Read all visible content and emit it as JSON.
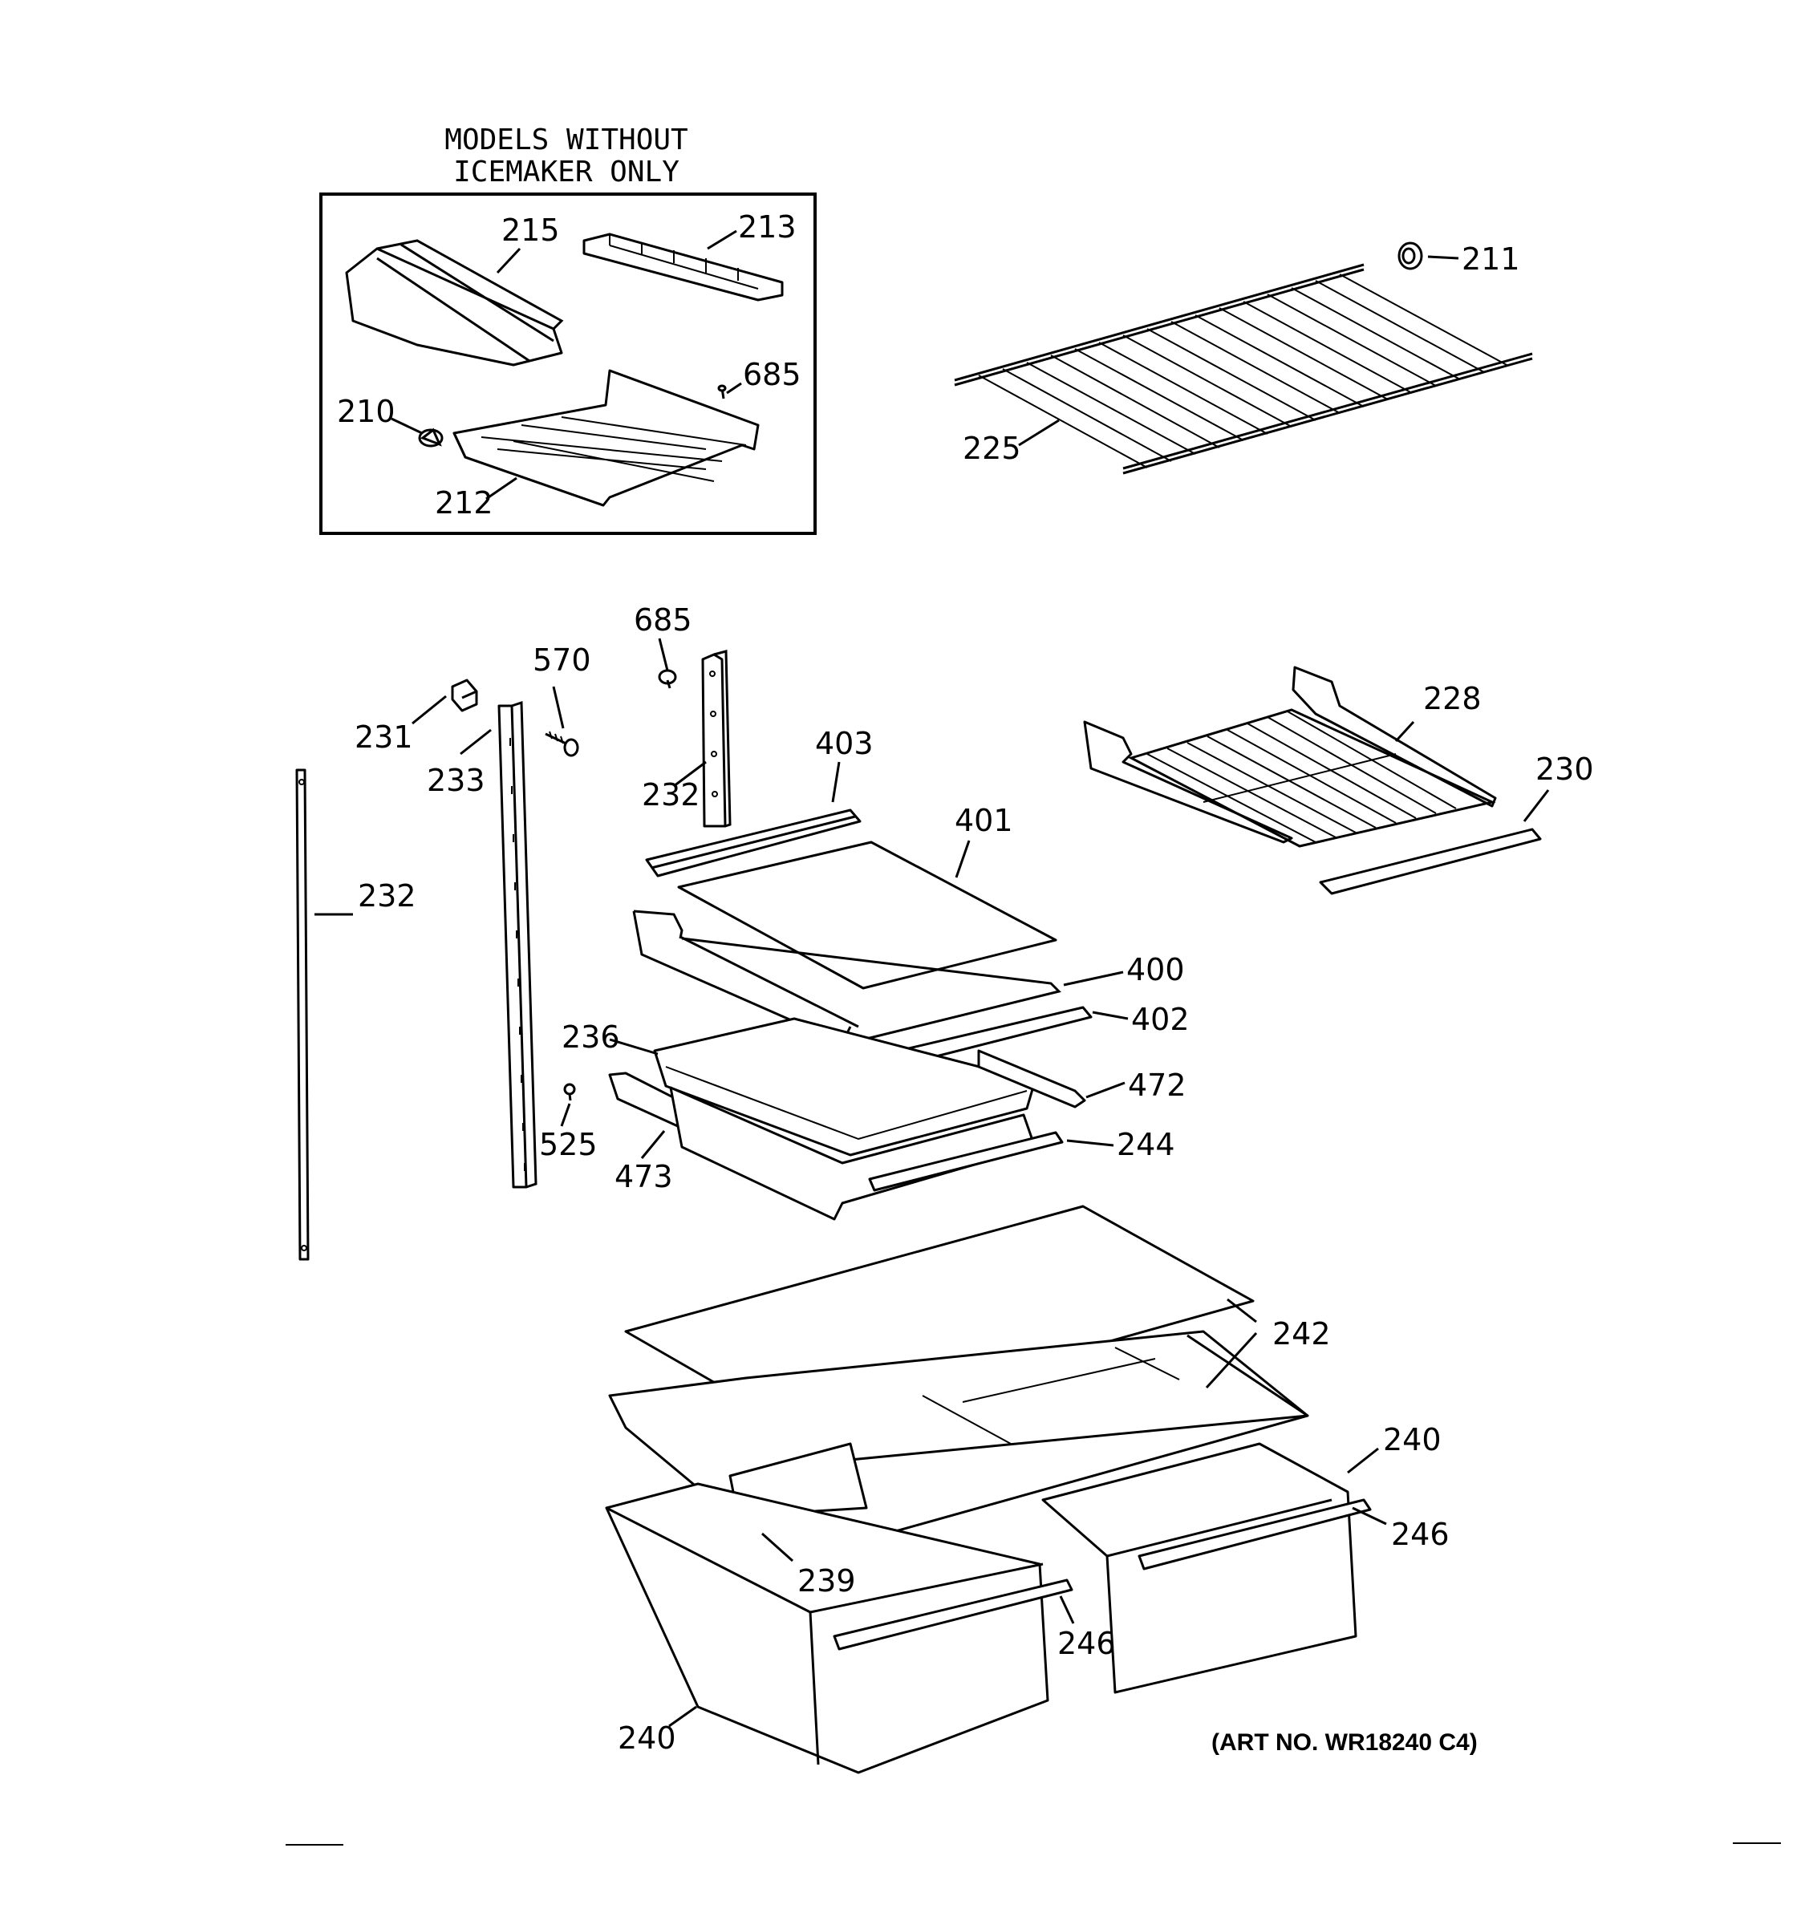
{
  "header": {
    "line1": "MODELS WITHOUT",
    "line2": "ICEMAKER ONLY"
  },
  "art_number": "(ART NO. WR18240 C4)",
  "callouts": {
    "p215": "215",
    "p213": "213",
    "p685a": "685",
    "p210": "210",
    "p212": "212",
    "p211": "211",
    "p225": "225",
    "p685b": "685",
    "p570": "570",
    "p231": "231",
    "p233": "233",
    "p232a": "232",
    "p403": "403",
    "p401": "401",
    "p228": "228",
    "p230": "230",
    "p232b": "232",
    "p400": "400",
    "p402": "402",
    "p236": "236",
    "p472": "472",
    "p525": "525",
    "p473": "473",
    "p244": "244",
    "p242": "242",
    "p240a": "240",
    "p246a": "246",
    "p239": "239",
    "p246b": "246",
    "p240b": "240"
  }
}
